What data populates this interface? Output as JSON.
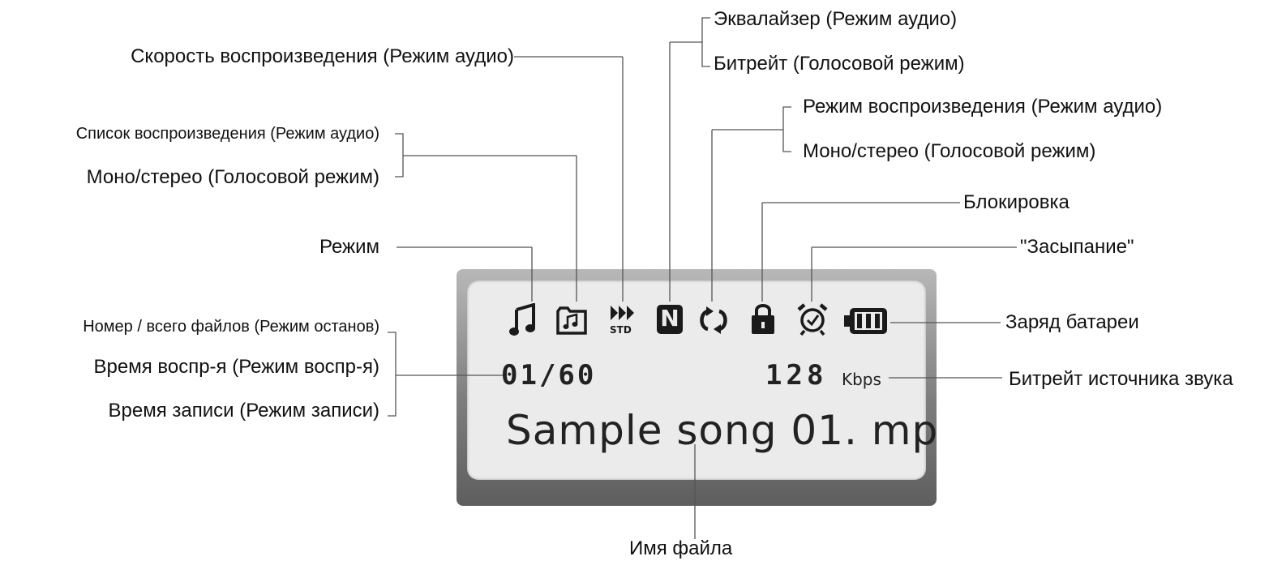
{
  "labels": {
    "equalizer": "Эквалайзер (Режим аудио)",
    "bitrate_voice": "Битрейт (Голосовой режим)",
    "speed": "Скорость воспроизведения (Режим аудио)",
    "play_mode": "Режим воспроизведения (Режим аудио)",
    "mono_stereo_right": "Моно/стерео (Голосовой режим)",
    "playlist": "Список воспроизведения (Режим аудио)",
    "mono_stereo_left": "Моно/стерео (Голосовой режим)",
    "lock": "Блокировка",
    "mode": "Режим",
    "sleep": "\"Засыпание\"",
    "battery": "Заряд батареи",
    "file_number": "Номер / всего файлов (Режим останов)",
    "play_time": "Время воспр-я (Режим воспр-я)",
    "record_time": "Время записи (Режим записи)",
    "source_bitrate": "Битрейт источника звука",
    "file_name": "Имя файла"
  },
  "display": {
    "track_counter": "01/60",
    "bitrate_value": "128",
    "bitrate_unit": "Kbps",
    "song_title": "Sample song 01. mp",
    "eq_letter": "N",
    "speed_badge": "STD"
  },
  "colors": {
    "lcd_background": "#ebebeb",
    "frame": "#8c8c8c",
    "lines": "#555555",
    "icons": "#1a1a1a"
  }
}
